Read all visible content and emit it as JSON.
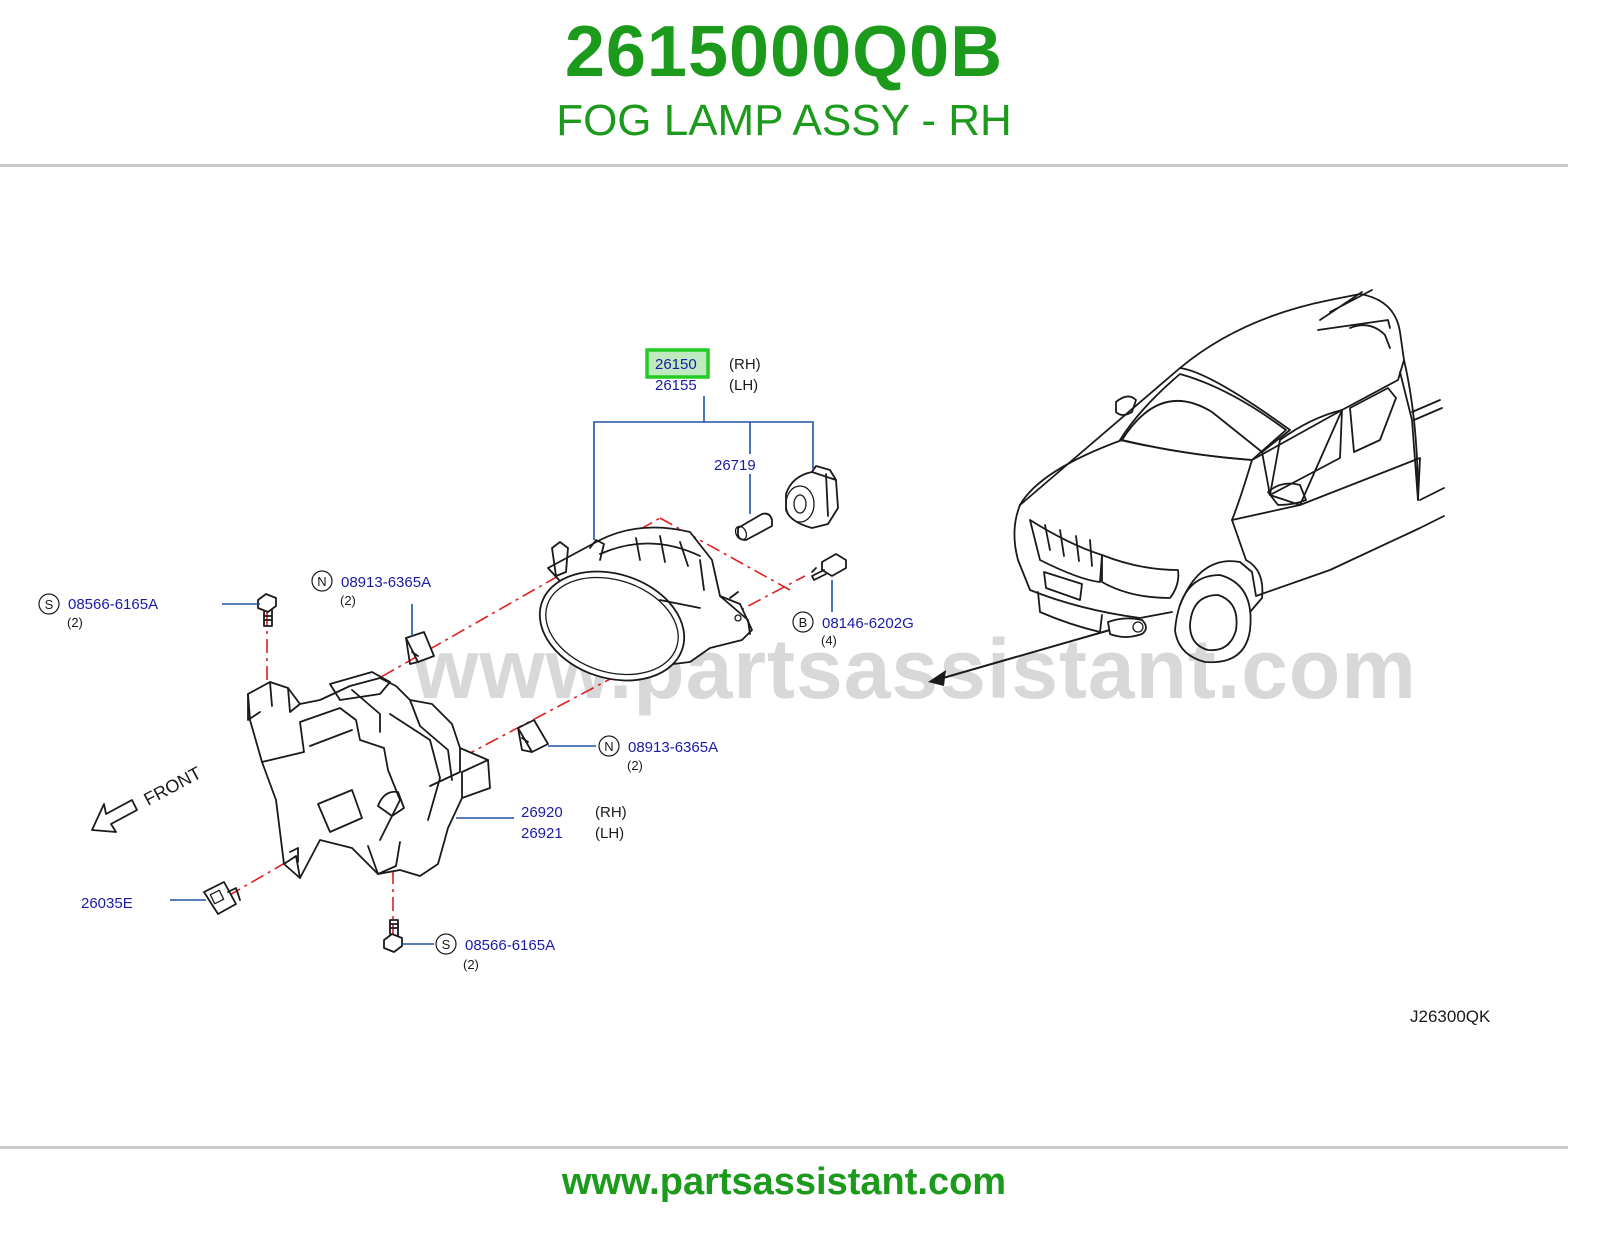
{
  "colors": {
    "brand_green": "#1c9a1c",
    "callout_blue": "#1a1aa8",
    "highlight_green": "#22cc22",
    "highlight_fill": "#bfe9bf",
    "leader_blue": "#2050a8",
    "dash_red": "#e02020",
    "line_art": "#1a1a1a",
    "watermark": "#d8d8d8"
  },
  "header": {
    "part_number": "2615000Q0B",
    "description": "FOG LAMP ASSY - RH"
  },
  "footer": {
    "url": "www.partsassistant.com"
  },
  "diagram": {
    "watermark": "www.partsassistant.com",
    "figure_code": "J26300QK",
    "front_label": "FRONT",
    "callouts": {
      "lamp_rh": {
        "num": "26150",
        "side": "(RH)",
        "highlighted": true
      },
      "lamp_lh": {
        "num": "26155",
        "side": "(LH)"
      },
      "bulb": {
        "num": "26719"
      },
      "screw_top": {
        "letter": "S",
        "num": "08566-6165A",
        "qty": "(2)"
      },
      "nut_top": {
        "letter": "N",
        "num": "08913-6365A",
        "qty": "(2)"
      },
      "bolt": {
        "letter": "B",
        "num": "08146-6202G",
        "qty": "(4)"
      },
      "nut_mid": {
        "letter": "N",
        "num": "08913-6365A",
        "qty": "(2)"
      },
      "bracket_rh": {
        "num": "26920",
        "side": "(RH)"
      },
      "bracket_lh": {
        "num": "26921",
        "side": "(LH)"
      },
      "clip": {
        "num": "26035E"
      },
      "screw_bottom": {
        "letter": "S",
        "num": "08566-6165A",
        "qty": "(2)"
      }
    }
  }
}
